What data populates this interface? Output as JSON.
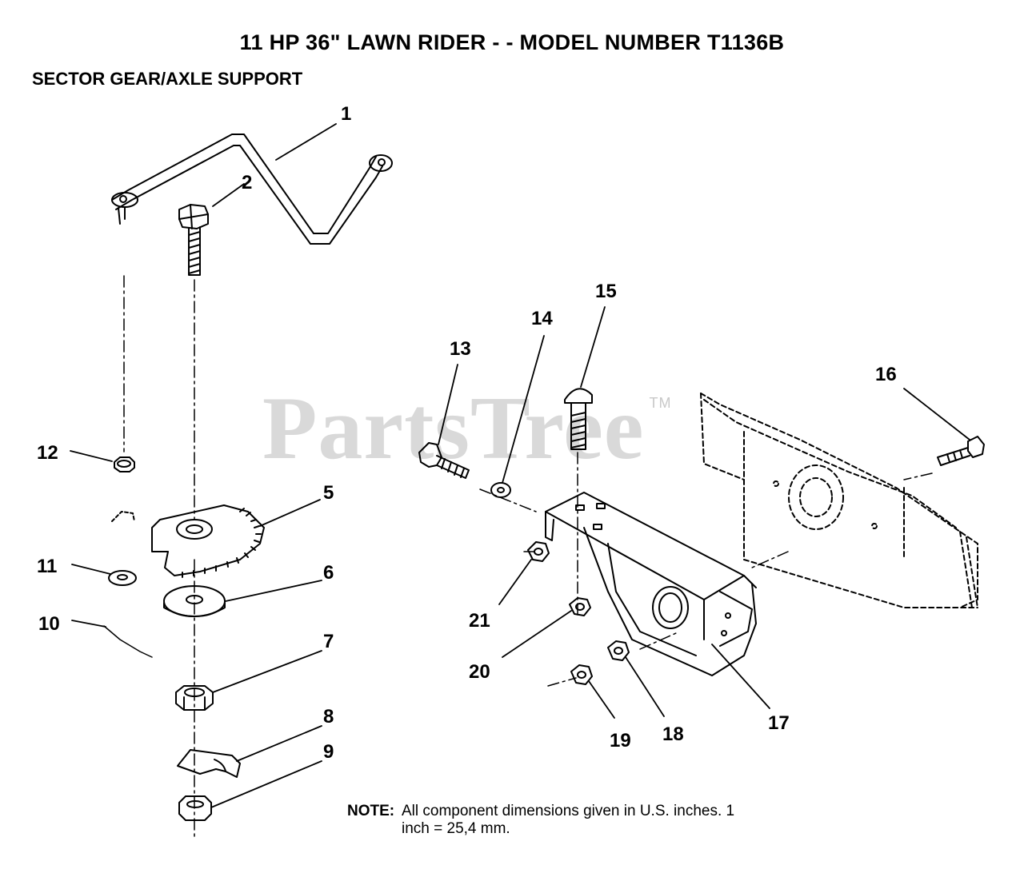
{
  "header": {
    "title": "11 HP 36\" LAWN RIDER - - MODEL NUMBER T1136B",
    "subtitle": "SECTOR GEAR/AXLE SUPPORT"
  },
  "watermark": {
    "text": "PartsTree",
    "mark": "TM"
  },
  "note": {
    "label": "NOTE:",
    "line1": "All component dimensions given in U.S. inches.  1",
    "line2": "inch = 25,4 mm."
  },
  "callouts": [
    "1",
    "2",
    "5",
    "6",
    "7",
    "8",
    "9",
    "10",
    "11",
    "12",
    "13",
    "14",
    "15",
    "16",
    "17",
    "18",
    "19",
    "20",
    "21"
  ],
  "colors": {
    "ink": "#000000",
    "watermark": "#d9d9d9",
    "background": "#ffffff"
  }
}
